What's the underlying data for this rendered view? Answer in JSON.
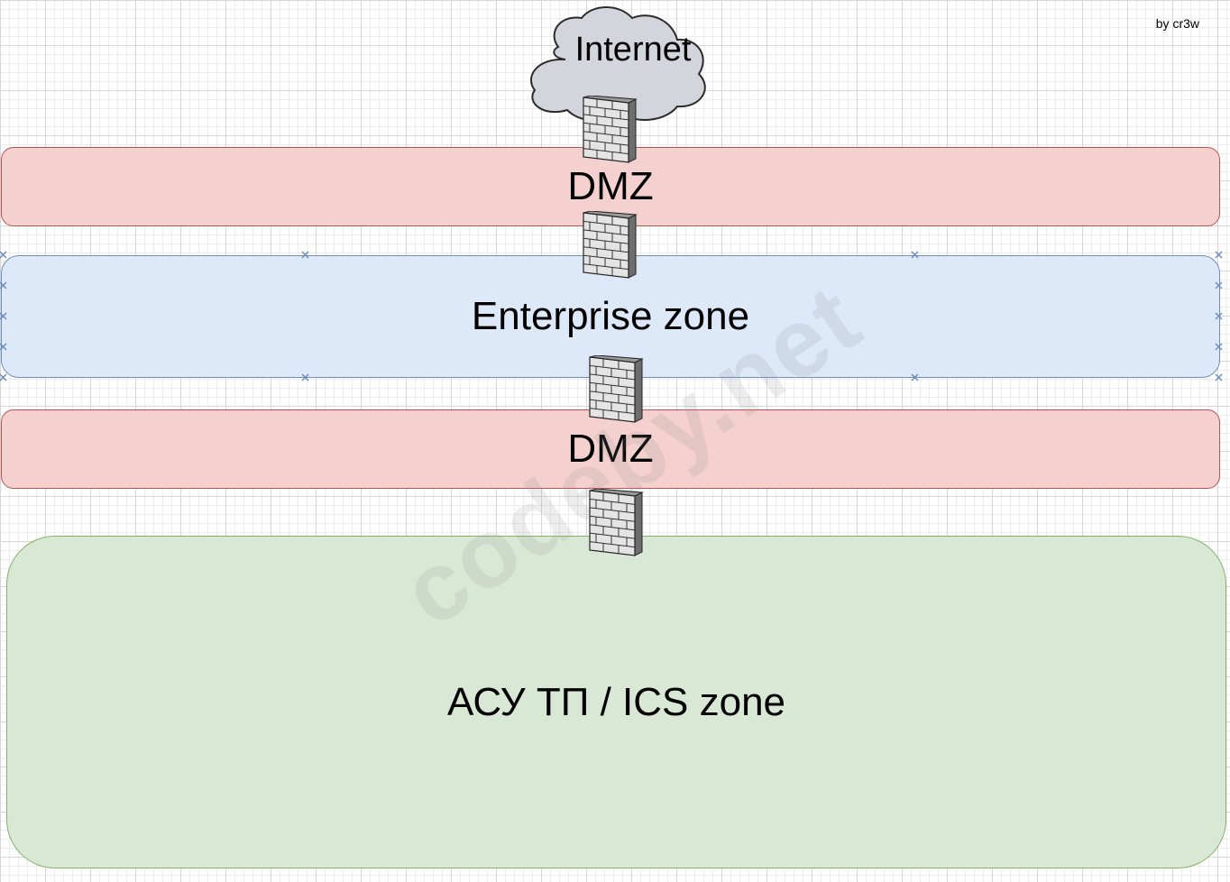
{
  "author": "by cr3w",
  "internet": {
    "label": "Internet"
  },
  "zones": [
    {
      "id": "dmz-top",
      "label": "DMZ",
      "fill": "#f4d0ce",
      "stroke": "#b85450"
    },
    {
      "id": "enterprise",
      "label": "Enterprise zone",
      "fill": "#dde8f8",
      "stroke": "#6c8ebf"
    },
    {
      "id": "dmz-bottom",
      "label": "DMZ",
      "fill": "#f4d0ce",
      "stroke": "#b85450"
    },
    {
      "id": "ics",
      "label": "АСУ ТП / ICS zone",
      "fill": "#d9e8d5",
      "stroke": "#82b366"
    }
  ],
  "firewall_icon": "firewall-icon",
  "watermark": "codeby.net",
  "colors": {
    "cloud_fill": "#d2d5dc",
    "cloud_stroke": "#2a2a2a",
    "selection_handle": "#6c8ebf"
  }
}
